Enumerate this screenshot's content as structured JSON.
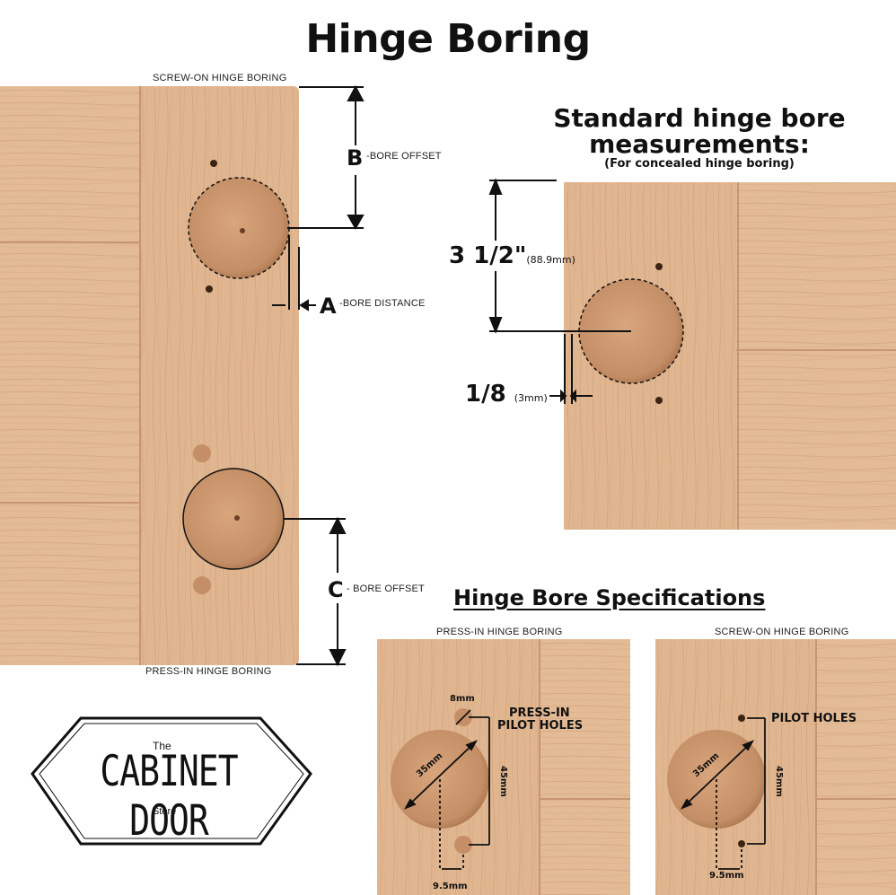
{
  "title": "Hinge Boring",
  "left_panel": {
    "top_caption": "SCREW-ON HINGE BORING",
    "bottom_caption": "PRESS-IN HINGE BORING",
    "b_letter": "B",
    "b_text": "-BORE OFFSET",
    "a_letter": "A",
    "a_text": "-BORE DISTANCE",
    "c_letter": "C",
    "c_text": "- BORE OFFSET"
  },
  "standard": {
    "title": "Standard hinge bore measurements:",
    "subtitle": "(For concealed hinge boring)",
    "offset_value": "3 1/2\"",
    "offset_metric": "(88.9mm)",
    "distance_value": "1/8",
    "distance_metric": "(3mm)"
  },
  "specs": {
    "title": "Hinge Bore Specifications",
    "press_in": {
      "caption": "PRESS-IN HINGE BORING",
      "pilot_label_1": "PRESS-IN",
      "pilot_label_2": "PILOT HOLES",
      "hole_size": "8mm",
      "diameter": "35mm",
      "spacing": "45mm",
      "offset": "9.5mm"
    },
    "screw_on": {
      "caption": "SCREW-ON HINGE BORING",
      "pilot_label": "PILOT HOLES",
      "diameter": "35mm",
      "spacing": "45mm",
      "offset": "9.5mm"
    }
  },
  "logo": {
    "the": "The",
    "main": "CABINET DOOR",
    "store": "Store"
  },
  "colors": {
    "wood_light": "#e2b994",
    "wood_mid": "#d6a982",
    "wood_dark": "#c28f67",
    "ink": "#111111"
  }
}
